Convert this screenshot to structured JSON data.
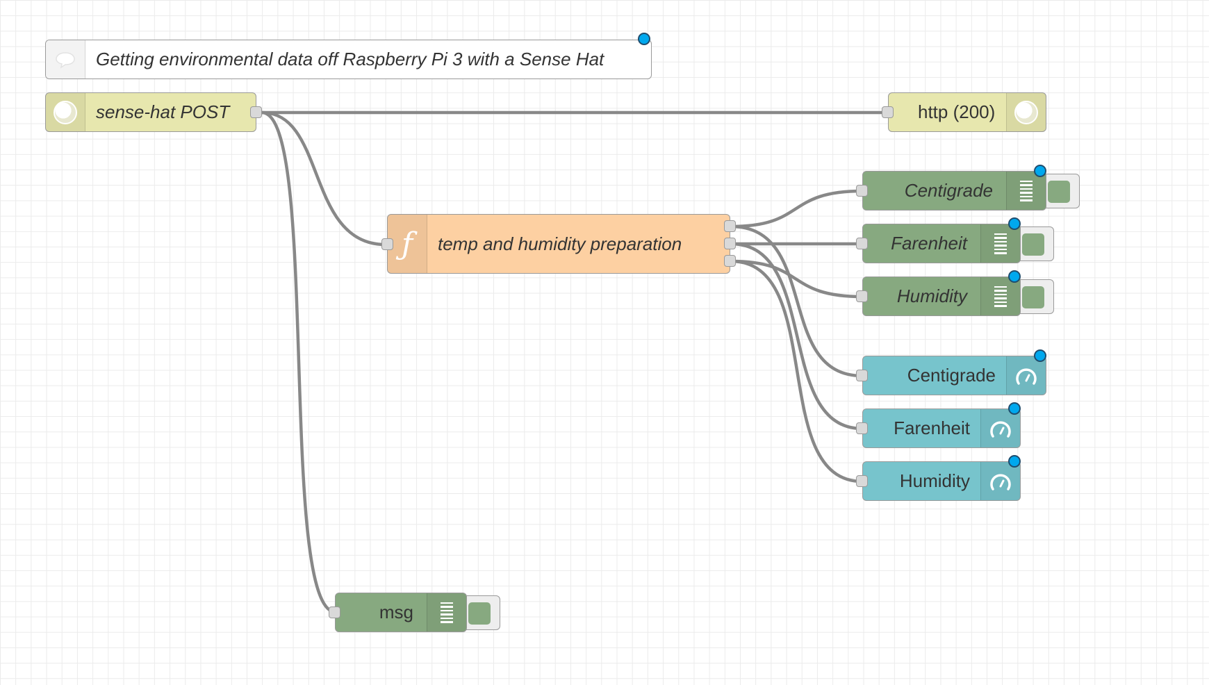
{
  "flow": {
    "comment": {
      "text": "Getting environmental data off Raspberry Pi 3 with a Sense Hat",
      "icon": "comment-icon"
    },
    "http_in": {
      "label": "sense-hat POST",
      "icon": "globe-icon"
    },
    "http_response": {
      "label": "http (200)",
      "icon": "globe-icon"
    },
    "function": {
      "label": "temp and humidity preparation",
      "icon": "function-icon"
    },
    "debug_nodes": [
      {
        "label": "Centigrade"
      },
      {
        "label": "Farenheit"
      },
      {
        "label": "Humidity"
      }
    ],
    "gauge_nodes": [
      {
        "label": "Centigrade"
      },
      {
        "label": "Farenheit"
      },
      {
        "label": "Humidity"
      }
    ],
    "msg_debug": {
      "label": "msg"
    }
  },
  "colors": {
    "inject_http": "#e7e7ae",
    "function": "#fdd0a2",
    "debug": "#87a980",
    "gauge": "#77c4cc",
    "status_dot": "#00a8ee",
    "wire": "#888888",
    "grid": "#ebebeb"
  }
}
